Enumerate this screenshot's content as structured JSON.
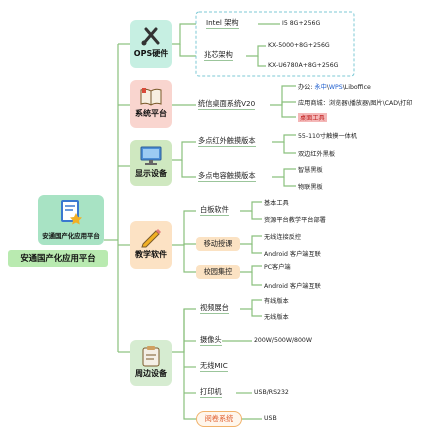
{
  "root": {
    "badge_label": "安通国产化应用平台",
    "title": "安通国产化应用平台"
  },
  "categories": {
    "ops": "OPS硬件",
    "system": "系统平台",
    "display": "显示设备",
    "teaching": "教学软件",
    "peripheral": "周边设备"
  },
  "ops": {
    "intel": "Intel 架构",
    "intel_spec": "I5 8G+256G",
    "zhaoxin": "兆芯架构",
    "zhaoxin_spec1": "KX-5000+8G+256G",
    "zhaoxin_spec2": "KX-U6780A+8G+256G"
  },
  "system": {
    "os": "统信桌面系统V20",
    "office_prefix": "办公:",
    "office_yz": "永中",
    "office_sep1": "\\",
    "office_wps": "WPS",
    "office_sep2": "\\",
    "office_lib": "Liboffice",
    "store": "应用商城：浏览器\\播放器\\图片\\CAD\\打印",
    "desktop_tools": "桌面工具"
  },
  "display": {
    "ir": "多点红外触摸版本",
    "ir_leaf1": "55-110寸触摸一体机",
    "ir_leaf2": "双边红外黑板",
    "cap": "多点电容触摸版本",
    "cap_leaf1": "智慧黑板",
    "cap_leaf2": "物联黑板"
  },
  "teaching": {
    "whiteboard": "白板软件",
    "wb_leaf1": "基本工具",
    "wb_leaf2": "资源平台教学平台部署",
    "mobile": "移动授课",
    "mobile_leaf1": "无线连接反控",
    "mobile_leaf2": "Android 客户端互联",
    "campus": "校园集控",
    "campus_leaf1": "PC客户端",
    "campus_leaf2": "Android 客户端互联"
  },
  "peripheral": {
    "booth": "视频展台",
    "booth_leaf1": "有线版本",
    "booth_leaf2": "无线版本",
    "camera": "摄像头",
    "camera_leaf": "200W/500W/800W",
    "mic": "无线MIC",
    "printer": "打印机",
    "printer_leaf": "USB/RS232",
    "scanner": "阅卷系统",
    "scanner_leaf": "USB"
  },
  "colors": {
    "ops_bg": "#c6efe2",
    "system_bg": "#f9d5cf",
    "display_bg": "#cfe8c0",
    "teaching_bg": "#fce2c4",
    "peripheral_bg": "#d6ecd1",
    "root_badge_bg": "#a8e3c4",
    "root_title_bg": "#b9eab0",
    "branch_line": "#8ac07d",
    "ops_box_border": "#7cc9d6",
    "highlight_blue": "#2060d0",
    "desktop_tools_bg": "#f4b7b7",
    "tag_orange_bg": "#fbe2c3",
    "tag_orange_border": "#f1b26a",
    "scanner_text": "#e06030"
  }
}
